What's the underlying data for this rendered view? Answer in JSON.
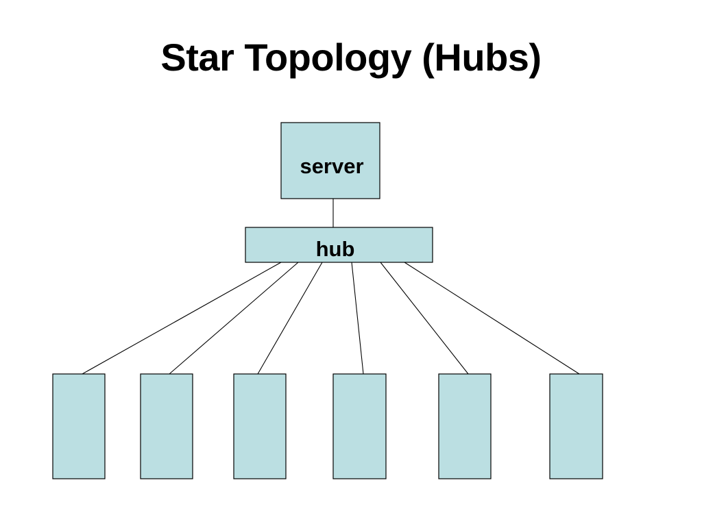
{
  "title": "Star Topology (Hubs)",
  "colors": {
    "node_fill": "#bbdfe2",
    "line": "#000000",
    "background": "#ffffff"
  },
  "nodes": {
    "server": {
      "label": "server"
    },
    "hub": {
      "label": "hub"
    },
    "clients": [
      {
        "label": ""
      },
      {
        "label": ""
      },
      {
        "label": ""
      },
      {
        "label": ""
      },
      {
        "label": ""
      },
      {
        "label": ""
      }
    ]
  },
  "edges": [
    [
      "server",
      "hub"
    ],
    [
      "hub",
      "client-1"
    ],
    [
      "hub",
      "client-2"
    ],
    [
      "hub",
      "client-3"
    ],
    [
      "hub",
      "client-4"
    ],
    [
      "hub",
      "client-5"
    ],
    [
      "hub",
      "client-6"
    ]
  ]
}
